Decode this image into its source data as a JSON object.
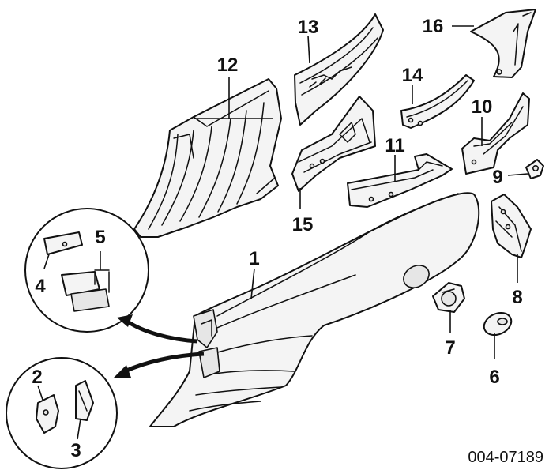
{
  "callouts": {
    "c1": "1",
    "c2": "2",
    "c3": "3",
    "c4": "4",
    "c5": "5",
    "c6": "6",
    "c7": "7",
    "c8": "8",
    "c9": "9",
    "c10": "10",
    "c11": "11",
    "c12": "12",
    "c13": "13",
    "c14": "14",
    "c15": "15",
    "c16": "16"
  },
  "drawing_number": "004-07189"
}
